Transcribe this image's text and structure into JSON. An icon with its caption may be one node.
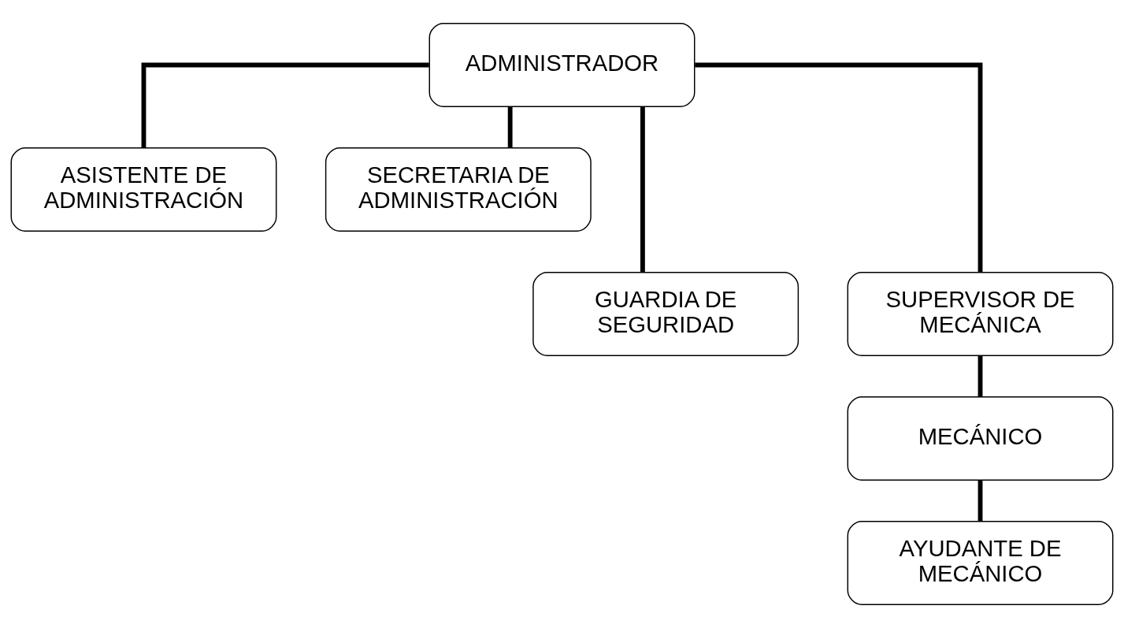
{
  "diagram": {
    "nodes": [
      {
        "text": [
          "ADMINISTRADOR"
        ]
      },
      {
        "text": [
          "ASISTENTE DE ADMINISTRACIÓN"
        ]
      },
      {
        "text": [
          "SECRETARIA DE ADMINISTRACIÓN"
        ]
      },
      {
        "text": [
          "GUARDIA DE SEGURIDAD"
        ]
      },
      {
        "text": [
          "SUPERVISOR DE MECÁNICA"
        ]
      },
      {
        "text": [
          "MECÁNICO"
        ]
      },
      {
        "text": [
          "AYUDANTE DE MECÁNICO"
        ]
      }
    ],
    "edges": [
      {
        "from": 0,
        "to": 1,
        "arrow": "none"
      },
      {
        "from": 0,
        "to": 2,
        "arrow": "none"
      },
      {
        "from": 0,
        "to": 3,
        "arrow": "none"
      },
      {
        "from": 0,
        "to": 4,
        "arrow": "none"
      },
      {
        "from": 4,
        "to": 5,
        "arrow": "none"
      },
      {
        "from": 5,
        "to": 6,
        "arrow": "none"
      }
    ]
  }
}
